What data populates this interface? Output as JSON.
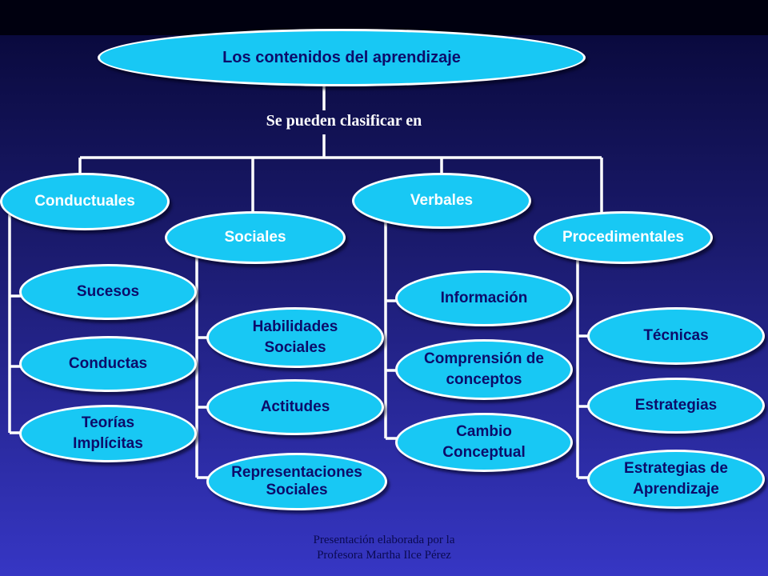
{
  "root": "Los contenidos del aprendizaje",
  "connector": "Se pueden clasificar en",
  "categories": {
    "conductuales": {
      "label": "Conductuales",
      "items": [
        "Sucesos",
        "Conductas",
        "Teorías Implícitas"
      ]
    },
    "sociales": {
      "label": "Sociales",
      "items": [
        "Habilidades Sociales",
        "Actitudes",
        "Representaciones Sociales"
      ]
    },
    "verbales": {
      "label": "Verbales",
      "items": [
        "Información",
        "Comprensión de conceptos",
        "Cambio Conceptual"
      ]
    },
    "procedimentales": {
      "label": "Procedimentales",
      "items": [
        "Técnicas",
        "Estrategias",
        "Estrategias de Aprendizaje"
      ]
    }
  },
  "footer": {
    "line1": "Presentación elaborada por la",
    "line2": "Profesora Martha Ilce Pérez"
  },
  "colors": {
    "node_fill": "#18c8f4",
    "node_border": "#ffffff",
    "category_text": "#ffffff",
    "item_text": "#0c0c6a",
    "background_top": "#000018",
    "background_bottom": "#3636c4"
  }
}
